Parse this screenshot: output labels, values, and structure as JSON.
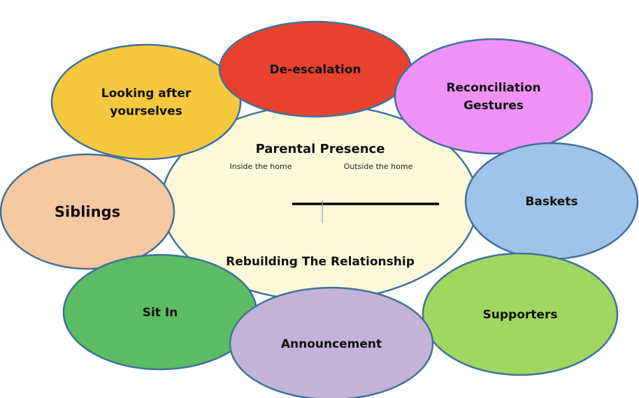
{
  "diagram": {
    "center": {
      "title": "Parental Presence",
      "left_label": "Inside the home",
      "right_label": "Outside the home",
      "bottom_title": "Rebuilding The Relationship",
      "fill": "#fdf9d8"
    },
    "nodes": [
      {
        "id": "de-escalation",
        "lines": [
          "De-escalation"
        ],
        "fill": "#e8412e"
      },
      {
        "id": "reconciliation-gestures",
        "lines": [
          "Reconciliation",
          "Gestures"
        ],
        "fill": "#ee93f5"
      },
      {
        "id": "baskets",
        "lines": [
          "Baskets"
        ],
        "fill": "#9fc3e9"
      },
      {
        "id": "supporters",
        "lines": [
          "Supporters"
        ],
        "fill": "#a0d760"
      },
      {
        "id": "announcement",
        "lines": [
          "Announcement"
        ],
        "fill": "#c3b3d6"
      },
      {
        "id": "sit-in",
        "lines": [
          "Sit In"
        ],
        "fill": "#5bbc63"
      },
      {
        "id": "siblings",
        "lines": [
          "Siblings"
        ],
        "fill": "#f6c9a0"
      },
      {
        "id": "looking-after-yourselves",
        "lines": [
          "Looking after",
          "yourselves"
        ],
        "fill": "#f6c83e"
      }
    ],
    "border_color": "#41719c"
  }
}
